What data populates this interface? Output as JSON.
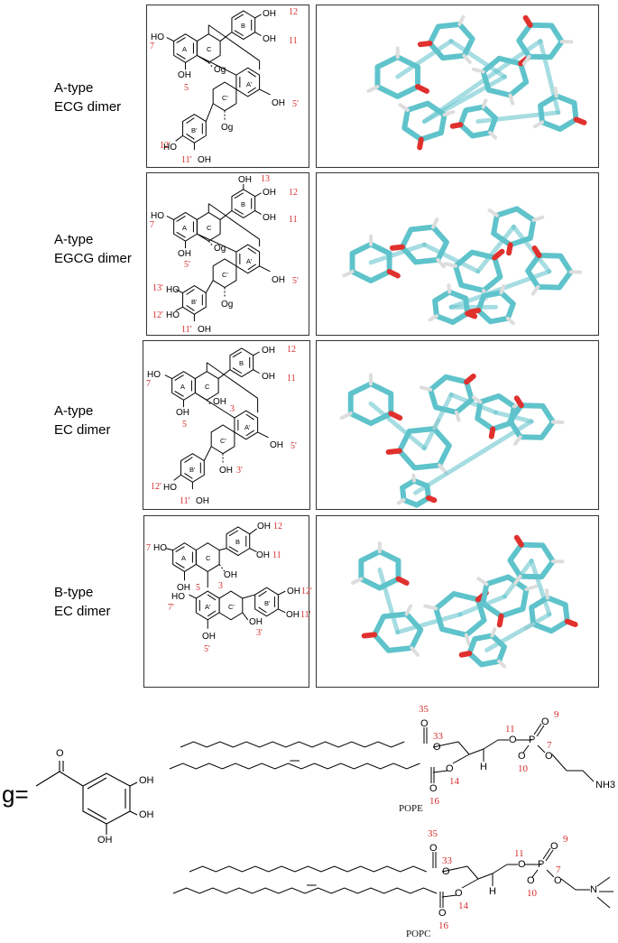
{
  "rows": [
    {
      "type": "A-type",
      "name": "ECG dimer",
      "labels": {
        "ho_a": "HO",
        "oh_b1": "OH",
        "oh_b2": "OH",
        "oh_a5": "OH",
        "oh_a5p": "OH",
        "ho_b12p": "HO",
        "oh_b11p": "OH",
        "og1": "Og",
        "og2": "Og"
      },
      "ring_names": {
        "a": "A",
        "c": "C",
        "b": "B",
        "ap": "A'",
        "cp": "C'",
        "bp": "B'"
      },
      "numbers": {
        "n12": "12",
        "n11": "11",
        "n7": "7",
        "n5": "5",
        "n5p": "5'",
        "n12p": "12'",
        "n11p": "11'"
      }
    },
    {
      "type": "A-type",
      "name": "EGCG dimer",
      "labels": {
        "ho_a": "HO",
        "oh_b13": "OH",
        "oh_b1": "OH",
        "oh_b2": "OH",
        "oh_a5": "OH",
        "oh_a5p": "OH",
        "ho_13p": "HO",
        "ho_12p": "HO",
        "oh_11p": "OH",
        "og1": "Og",
        "og2": "Og"
      },
      "ring_names": {
        "a": "A",
        "c": "C",
        "b": "B",
        "ap": "A'",
        "cp": "C'",
        "bp": "B'"
      },
      "numbers": {
        "n13": "13",
        "n12": "12",
        "n11": "11",
        "n7": "7",
        "n5": "5'",
        "n5p": "5'",
        "n13p": "13'",
        "n12p": "12'",
        "n11p": "11'"
      }
    },
    {
      "type": "A-type",
      "name": "EC dimer",
      "labels": {
        "ho_a": "HO",
        "oh_b1": "OH",
        "oh_b2": "OH",
        "oh_3": "OH",
        "oh_a5": "OH",
        "oh_a5p": "OH",
        "ho_12p": "HO",
        "oh_11p": "OH",
        "oh_3p": "OH"
      },
      "ring_names": {
        "a": "A",
        "c": "C",
        "b": "B",
        "ap": "A'",
        "cp": "C'",
        "bp": "B'"
      },
      "numbers": {
        "n12": "12",
        "n11": "11",
        "n7": "7",
        "n3": "3",
        "n5": "5",
        "n5p": "5'",
        "n3p": "3'",
        "n12p": "12'",
        "n11p": "11'"
      }
    },
    {
      "type": "B-type",
      "name": "EC dimer",
      "labels": {
        "ho_a": "HO",
        "oh_b1": "OH",
        "oh_b2": "OH",
        "oh_3": "OH",
        "oh_a5": "OH",
        "ho_7p": "HO",
        "oh_5p": "OH",
        "oh_3p": "OH",
        "oh_b12p": "OH",
        "oh_b11p": "OH"
      },
      "ring_names": {
        "a": "A",
        "c": "C",
        "b": "B",
        "ap": "A'",
        "cp": "C'",
        "bp": "B'"
      },
      "numbers": {
        "n12": "12",
        "n11": "11",
        "n7": "7",
        "n3": "3",
        "n5": "5",
        "n7p": "7'",
        "n5p": "5'",
        "n3p": "3'",
        "n12p": "12'",
        "n11p": "11'"
      }
    }
  ],
  "g_group": {
    "label": "g=",
    "o": "O",
    "oh1": "OH",
    "oh2": "OH",
    "oh3": "OH"
  },
  "lipids": [
    {
      "name": "POPE",
      "numbers": {
        "n35": "35",
        "n33": "33",
        "n11": "11",
        "n9": "9",
        "n7": "7",
        "n10": "10",
        "n14": "14",
        "n16": "16"
      },
      "atoms": {
        "o_c35": "O",
        "o_33": "O",
        "o_11": "O",
        "p": "P",
        "o_p9": "O",
        "o_7": "O",
        "o_10": "O",
        "o_14": "O",
        "o_16": "O",
        "h": "H",
        "head": "NH3"
      }
    },
    {
      "name": "POPC",
      "numbers": {
        "n35": "35",
        "n33": "33",
        "n11": "11",
        "n9": "9",
        "n7": "7",
        "n10": "10",
        "n14": "14",
        "n16": "16"
      },
      "atoms": {
        "o_c35": "O",
        "o_33": "O",
        "o_11": "O",
        "p": "P",
        "o_p9": "O",
        "o_7": "O",
        "o_10": "O",
        "o_14": "O",
        "o_16": "O",
        "h": "H",
        "head": "N"
      }
    }
  ],
  "colors": {
    "label_red": "#d62b2b",
    "carbon": "#5fc3cb",
    "oxygen": "#e0312e",
    "hydrogen": "#f2f2f2",
    "frame": "#333333"
  }
}
